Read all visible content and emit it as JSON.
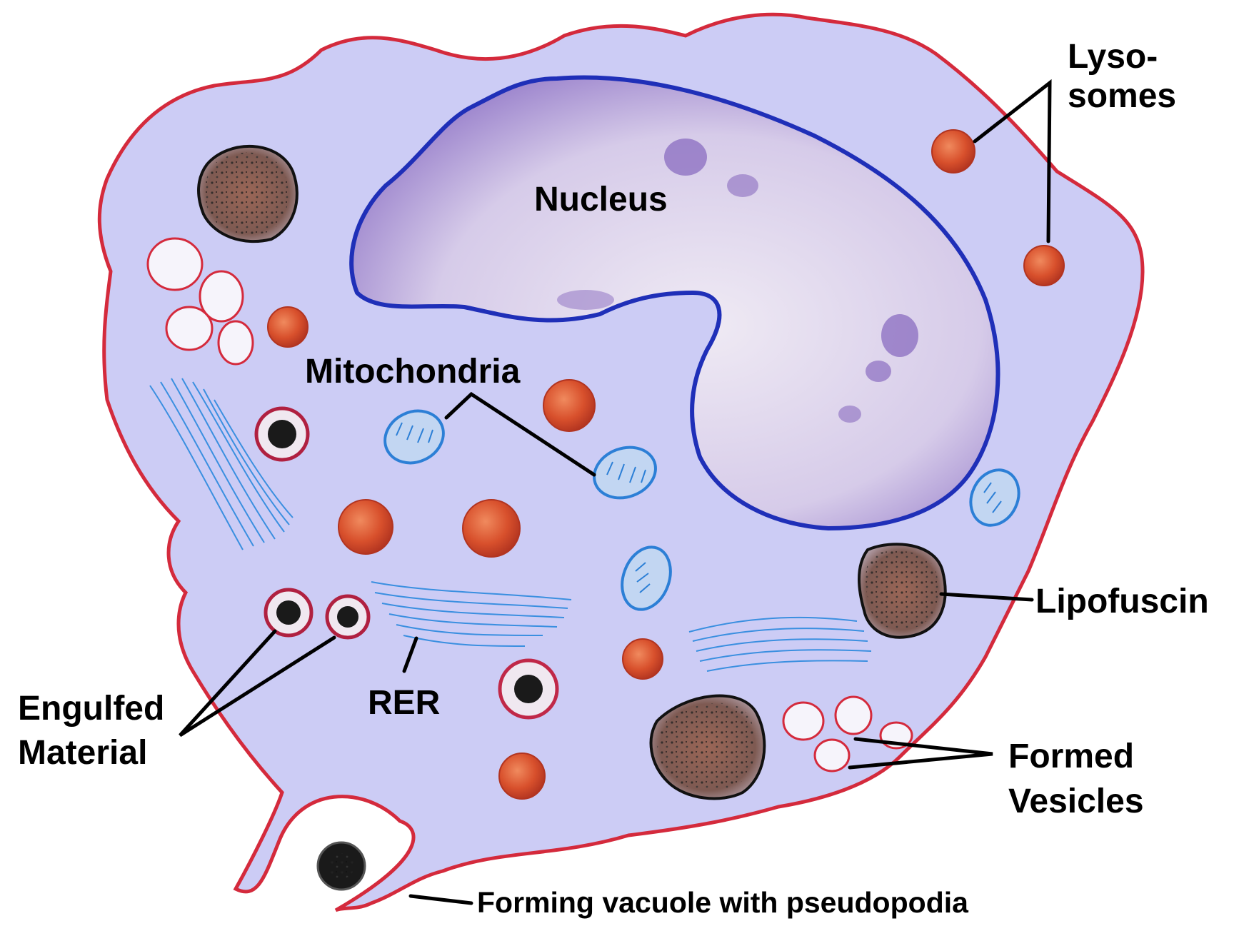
{
  "diagram": {
    "labels": {
      "lysosomes_line1": "Lyso-",
      "lysosomes_line2": "somes",
      "nucleus": "Nucleus",
      "mitochondria": "Mitochondria",
      "lipofuscin": "Lipofuscin",
      "engulfed_line1": "Engulfed",
      "engulfed_line2": "Material",
      "rer": "RER",
      "formed_line1": "Formed",
      "formed_line2": "Vesicles",
      "forming_vacuole": "Forming vacuole with pseudopodia"
    },
    "colors": {
      "cytoplasm": "#ccccf5",
      "cell_membrane": "#d42a3c",
      "nuclear_envelope": "#1f2fb8",
      "nucleoplasm": "#ece8f4",
      "chromatin": "#8a6cc0",
      "lysosome": "#d8502c",
      "mitochondrion": "#2c7fd6",
      "rer": "#3a8fe0",
      "lipofuscin": "#8a6050",
      "vesicle_outline": "#d42a3c"
    }
  }
}
